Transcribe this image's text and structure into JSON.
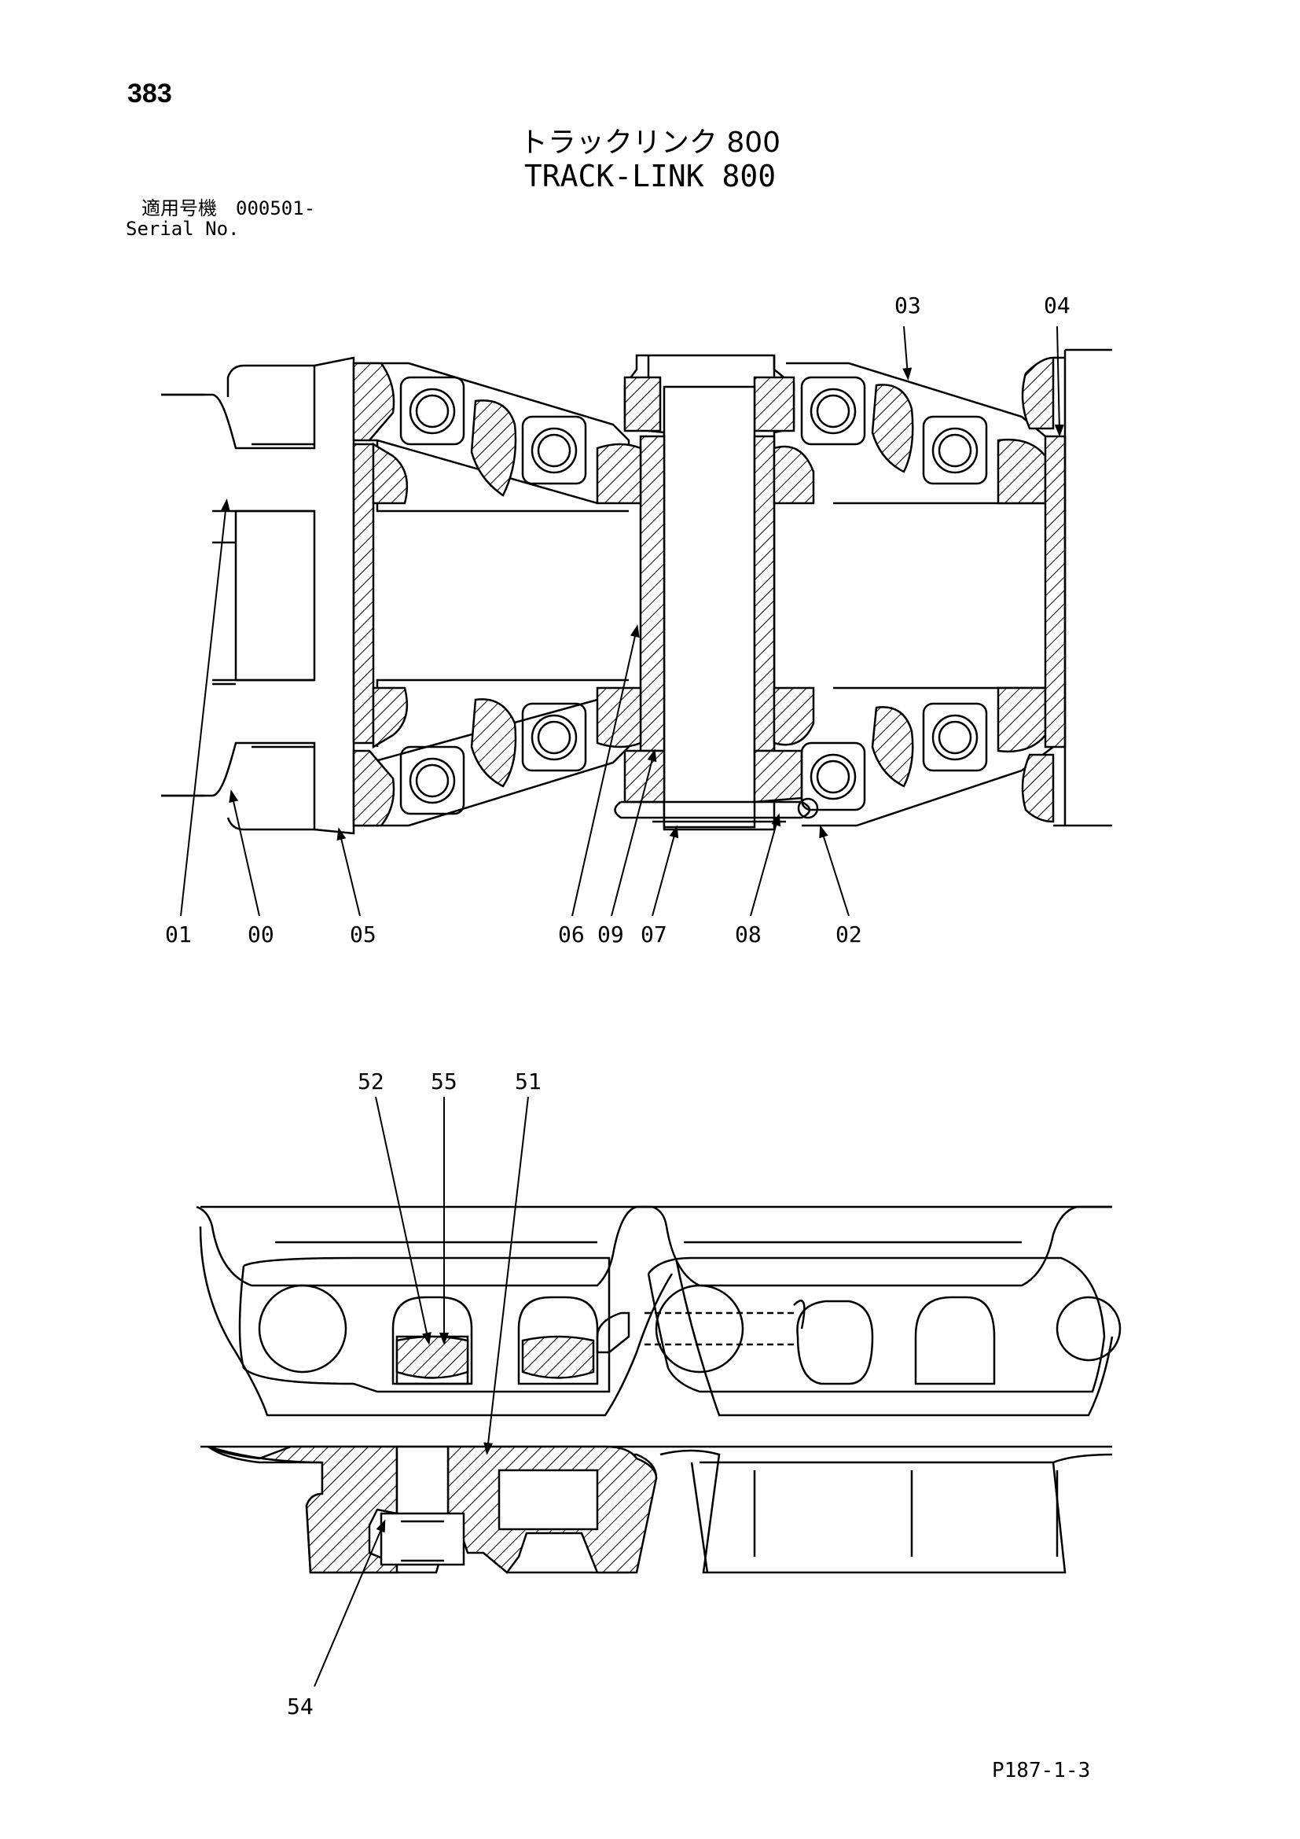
{
  "header": {
    "page_number": "383",
    "title_jp": "トラックリンク 800",
    "title_en": "TRACK-LINK 800",
    "serial_label_jp": "適用号機",
    "serial_value": "000501-",
    "serial_label_en": "Serial No."
  },
  "callouts": {
    "c00": "00",
    "c01": "01",
    "c02": "02",
    "c03": "03",
    "c04": "04",
    "c05": "05",
    "c06": "06",
    "c07": "07",
    "c08": "08",
    "c09": "09",
    "c51": "51",
    "c52": "52",
    "c54": "54",
    "c55": "55"
  },
  "footer": {
    "code": "P187-1-3"
  }
}
